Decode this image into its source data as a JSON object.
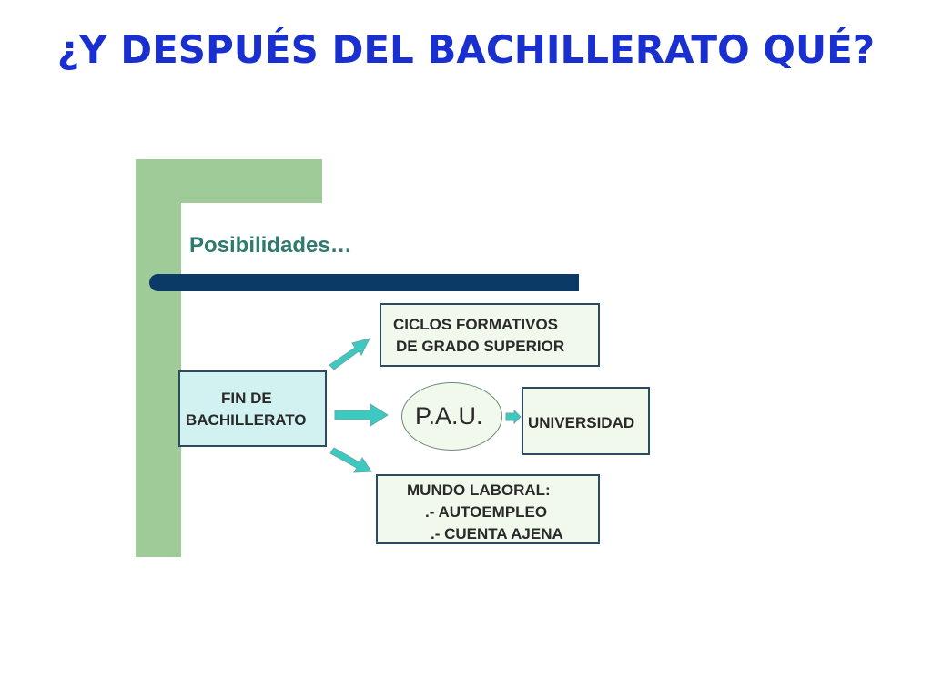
{
  "slide": {
    "title": "¿Y DESPUÉS DEL BACHILLERATO QUÉ?"
  },
  "diagram": {
    "subtitle": "Posibilidades…",
    "source_box": {
      "line1": "FIN DE",
      "line2": "BACHILLERATO"
    },
    "ciclos_box": {
      "line1": "CICLOS FORMATIVOS",
      "line2": "DE GRADO SUPERIOR"
    },
    "pau": {
      "label": "P.A.U."
    },
    "universidad_box": {
      "label": "UNIVERSIDAD"
    },
    "mundo_box": {
      "line1": "MUNDO LABORAL:",
      "line2": ".- AUTOEMPLEO",
      "line3": ".- CUENTA AJENA"
    },
    "colors": {
      "title": "#1a2fd0",
      "green_frame": "#9ecb98",
      "navy_bar": "#0b3a66",
      "subtitle": "#2f7a6e",
      "source_fill": "#d2f1f1",
      "target_fill": "#f1f9ec",
      "arrow_fill": "#3cc9c0",
      "box_border": "#2c4b60"
    }
  }
}
